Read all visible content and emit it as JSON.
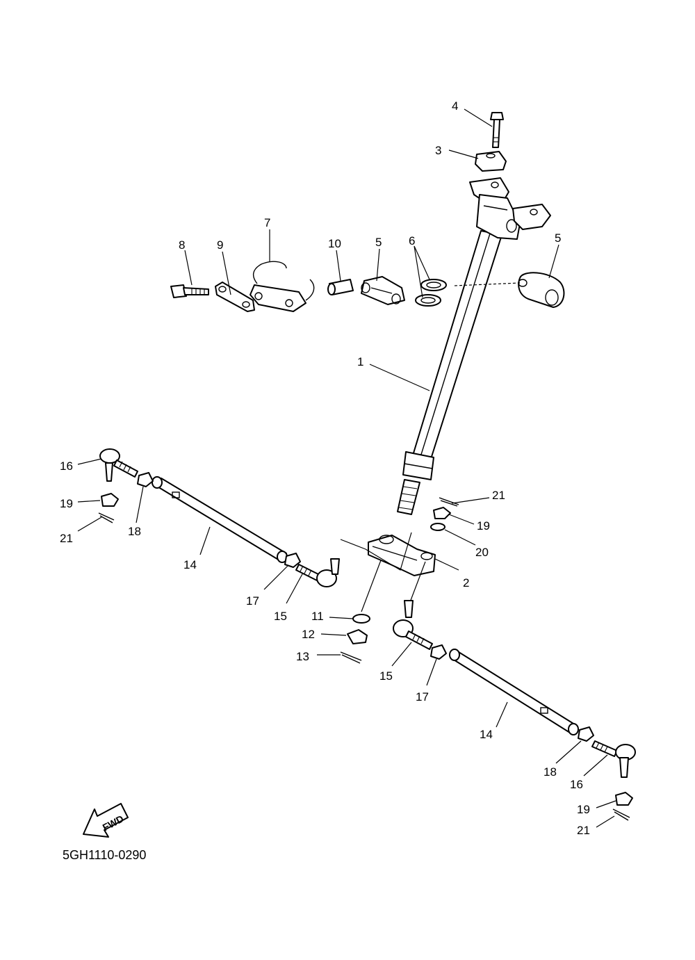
{
  "diagram_code": "5GH1110-0290",
  "fwd_label": "FWD",
  "callouts": {
    "c1": "1",
    "c2": "2",
    "c3": "3",
    "c4": "4",
    "c5a": "5",
    "c5b": "5",
    "c6": "6",
    "c7": "7",
    "c8": "8",
    "c9": "9",
    "c10": "10",
    "c11": "11",
    "c12": "12",
    "c13": "13",
    "c14a": "14",
    "c14b": "14",
    "c15a": "15",
    "c15b": "15",
    "c16a": "16",
    "c16b": "16",
    "c17a": "17",
    "c17b": "17",
    "c18a": "18",
    "c18b": "18",
    "c19a": "19",
    "c19b": "19",
    "c19c": "19",
    "c20": "20",
    "c21a": "21",
    "c21b": "21",
    "c21c": "21"
  }
}
